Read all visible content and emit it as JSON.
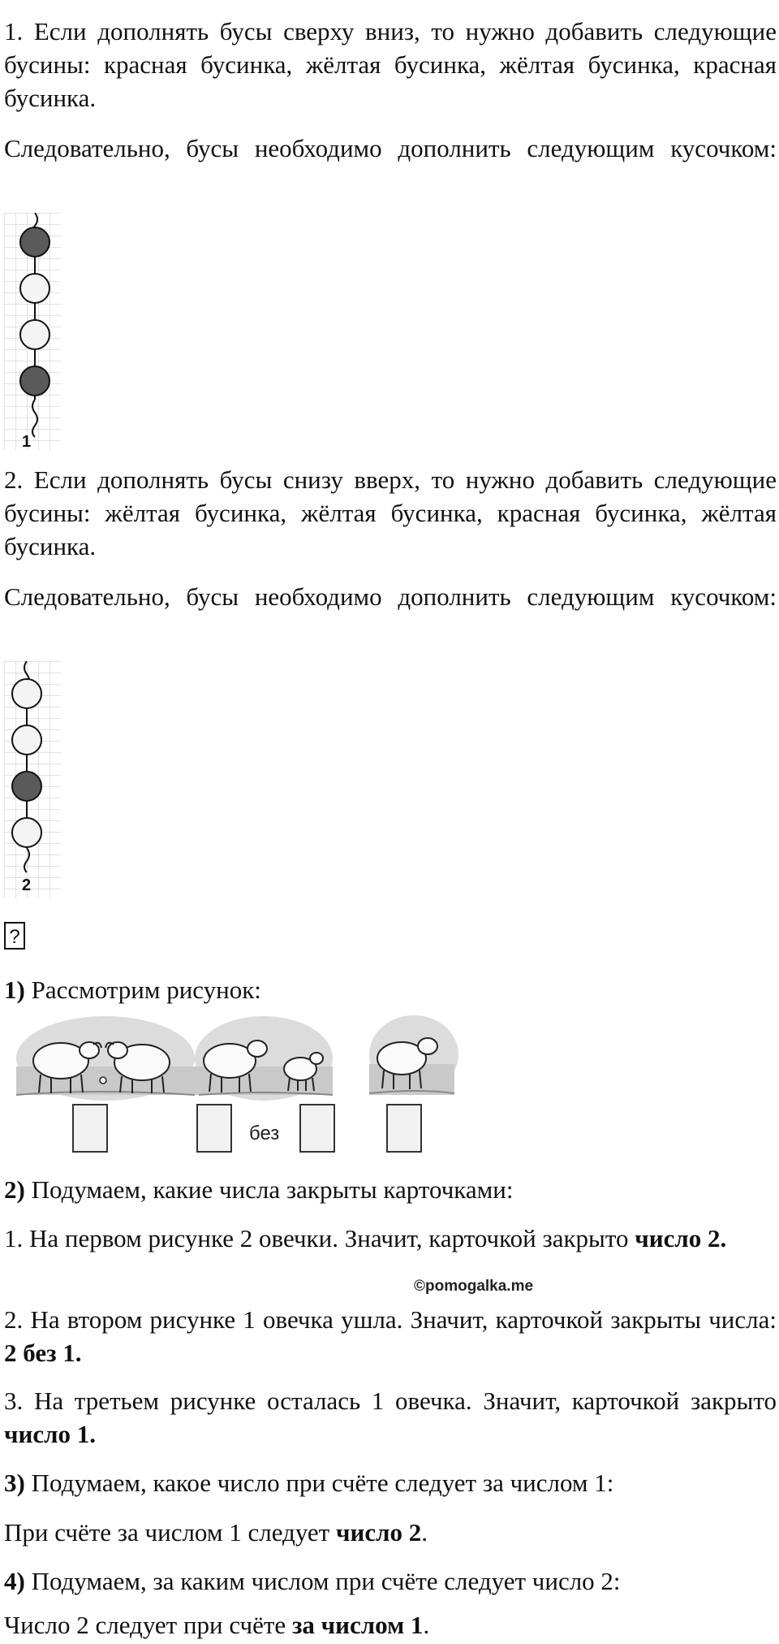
{
  "part1": {
    "para1": "1. Если дополнять бусы сверху вниз, то нужно добавить следующие бусины: красная бусинка, жёлтая бусинка, жёлтая бусинка, красная бусинка.",
    "conclusion": "Следовательно, бусы необходимо дополнить следующим кусочком:",
    "figure_label": "1",
    "beads": [
      "red",
      "yellow",
      "yellow",
      "red"
    ]
  },
  "part2": {
    "para1": "2. Если дополнять бусы снизу вверх, то нужно добавить следующие бусины: жёлтая бусинка, жёлтая бусинка, красная бусинка, жёлтая бусинка.",
    "conclusion": "Следовательно, бусы необходимо дополнить следующим кусочком:",
    "figure_label": "2",
    "beads": [
      "yellow",
      "yellow",
      "red",
      "yellow"
    ]
  },
  "question_mark": "?",
  "steps": {
    "s1_num": "1)",
    "s1_text": " Рассмотрим рисунок:",
    "picture_word": "без",
    "s2_num": "2)",
    "s2_text": " Подумаем, какие числа закрыты карточками:",
    "i1_text": "1. На первом рисунке 2 овечки. Значит, карточкой закрыто ",
    "i1_bold": "число 2.",
    "watermark": "©pomogalka.me",
    "i2_text": "2. На втором рисунке 1 овечка ушла. Значит, карточкой закрыты числа: ",
    "i2_bold": "2 без 1.",
    "i3_text": "3. На третьем рисунке осталась 1 овечка. Значит, карточкой закрыто ",
    "i3_bold": "число 1.",
    "s3_num": "3)",
    "s3_text": " Подумаем, какое число при счёте следует за числом 1:",
    "a3_text": "При счёте за числом 1 следует ",
    "a3_bold": "число 2",
    "a3_end": ".",
    "s4_num": "4)",
    "s4_text": " Подумаем, за каким числом при счёте следует число 2:",
    "a4_text": "Число 2 следует при счёте ",
    "a4_bold": "за числом 1",
    "a4_end": "."
  },
  "colors": {
    "red_bead": "#5a5a5a",
    "yellow_bead": "#f4f4f4",
    "grid": "#bdbdbd"
  }
}
